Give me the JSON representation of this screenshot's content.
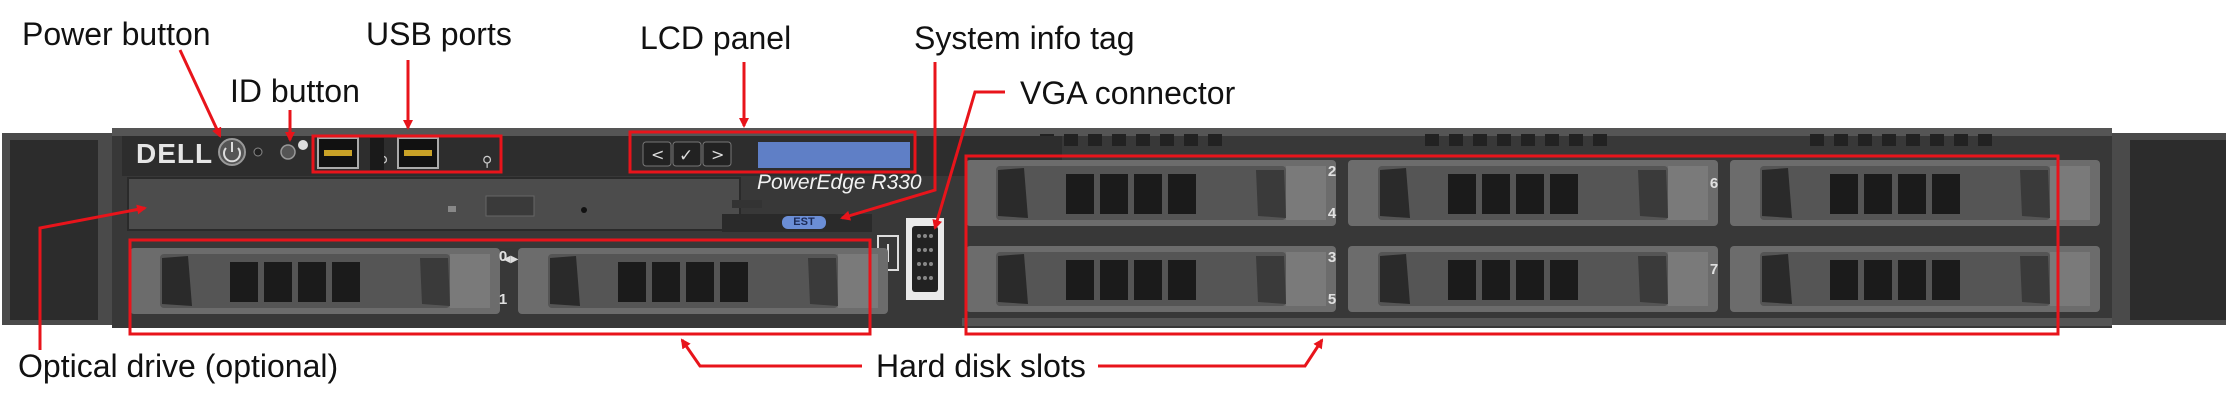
{
  "server": {
    "brand": "DELL",
    "model": "PowerEdge R330",
    "tag_text": "EST",
    "bay_numbers": [
      "0",
      "1",
      "2",
      "4",
      "3",
      "5",
      "6",
      "7"
    ]
  },
  "callouts": {
    "power_button": "Power button",
    "id_button": "ID button",
    "usb_ports": "USB ports",
    "lcd_panel": "LCD panel",
    "system_info_tag": "System info tag",
    "vga_connector": "VGA connector",
    "optical_drive": "Optical drive (optional)",
    "hard_disk_slots": "Hard disk slots"
  },
  "colors": {
    "callout": "#e8141b",
    "chassis": "#3a3a3a",
    "drive_carrier": "#6e6e6e",
    "lcd": "#5f7fc6"
  }
}
